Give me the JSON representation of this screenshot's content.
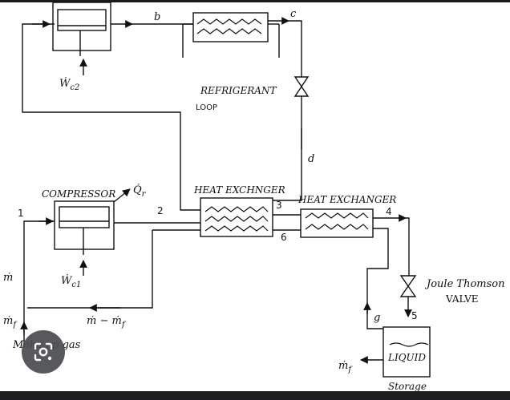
{
  "labels": {
    "compressor": "COMPRESSOR",
    "heat_exchanger_1": "HEAT EXCHNGER",
    "heat_exchanger_2": "HEAT EXCHANGER",
    "refrigerant_loop_1": "REFRIGERANT",
    "refrigerant_loop_2": "LOOP",
    "joule_thomson": "Joule Thomson",
    "valve": "VALVE",
    "liquid": "LIQUID",
    "storage": "Storage",
    "makeup_gas": "Make up gas",
    "wc2": "Ẇ",
    "wc2_sub": "c2",
    "wc1": "Ẇ",
    "wc1_sub": "c1",
    "qr": "Q̇",
    "qr_sub": "r",
    "m_dot": "ṁ",
    "mf_left": "ṁ",
    "mf_left_sub": "f",
    "m_minus_mf": "ṁ − ṁ",
    "m_minus_mf_sub": "f",
    "mf_right": "ṁ",
    "mf_right_sub": "f"
  },
  "states": {
    "s1": "1",
    "s2": "2",
    "s3": "3",
    "s4": "4",
    "s5": "5",
    "s6": "6",
    "b": "b",
    "c": "c",
    "d": "d",
    "g": "g"
  },
  "overlay": {
    "lens_icon": "lens-icon"
  },
  "colors": {
    "line": "#111111",
    "overlay_button": "#4a4c50"
  }
}
